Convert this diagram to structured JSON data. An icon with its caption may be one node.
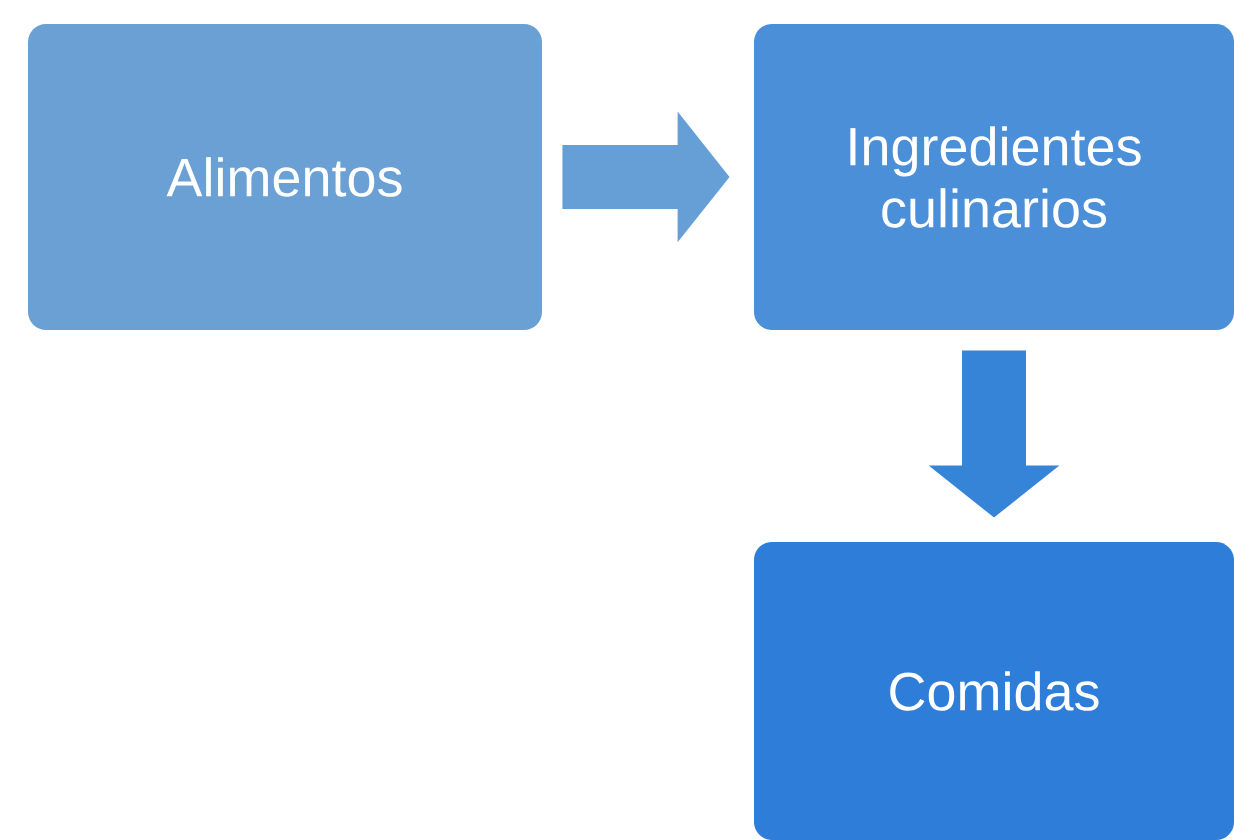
{
  "diagram": {
    "nodes": [
      {
        "text": [
          "Alimentos"
        ]
      },
      {
        "text": [
          "Ingredientes culinarios"
        ]
      },
      {
        "text": [
          "Comidas"
        ]
      }
    ],
    "edges": [
      {
        "from": 0,
        "to": 1,
        "arrow": "to",
        "color": "#659fd6"
      },
      {
        "from": 1,
        "to": 2,
        "arrow": "to",
        "color": "#3584d8"
      }
    ]
  }
}
